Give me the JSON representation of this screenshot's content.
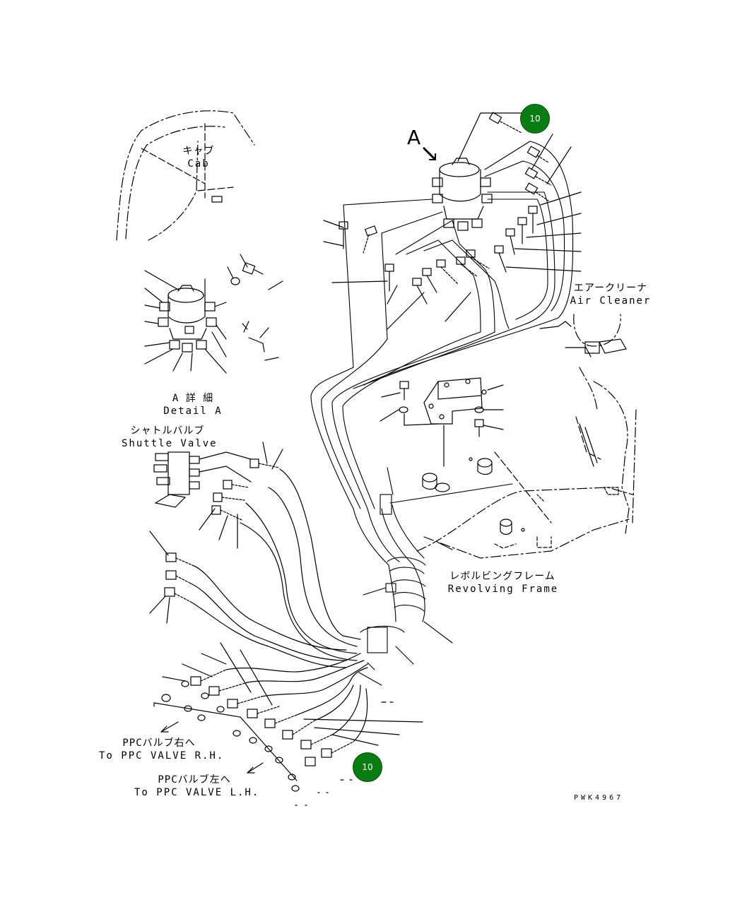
{
  "labels": {
    "cab_jp": "キャブ",
    "cab_en": "Cab",
    "detail_jp": "A 詳 細",
    "detail_en": "Detail A",
    "shuttle_jp": "シャトルバルブ",
    "shuttle_en": "Shuttle Valve",
    "air_cleaner_jp": "エアークリーナ",
    "air_cleaner_en": "Air Cleaner",
    "frame_jp": "レボルビングフレーム",
    "frame_en": "Revolving Frame",
    "ppc_rh_jp": "PPCバルブ右へ",
    "ppc_rh_en": "To PPC VALVE R.H.",
    "ppc_lh_jp": "PPCバルブ左へ",
    "ppc_lh_en": "To PPC VALVE L.H.",
    "view_letter": "A",
    "drawing_code": "PWK4967"
  },
  "callouts": [
    {
      "number": "10"
    },
    {
      "number": "10"
    }
  ],
  "colors": {
    "callout_fill": "#0a7d12",
    "line": "#000000"
  }
}
